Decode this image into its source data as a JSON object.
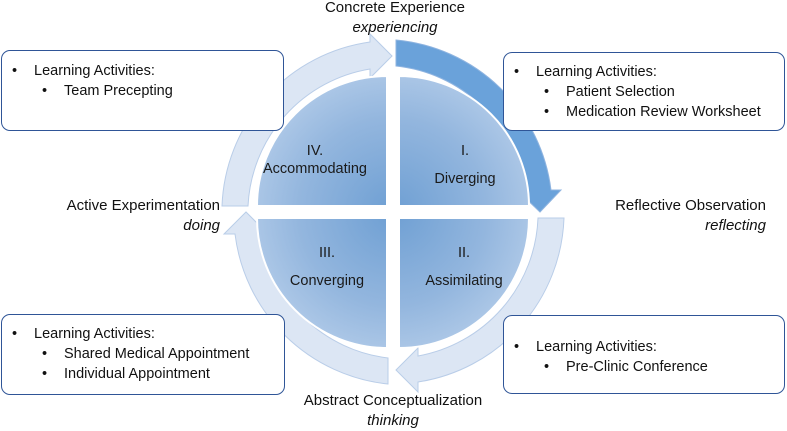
{
  "stages": {
    "top": {
      "name": "Concrete Experience",
      "verb": "experiencing"
    },
    "right": {
      "name": "Reflective Observation",
      "verb": "reflecting"
    },
    "bottom": {
      "name": "Abstract Conceptualization",
      "verb": "thinking"
    },
    "left": {
      "name": "Active Experimentation",
      "verb": "doing"
    }
  },
  "quadrants": {
    "iv": {
      "numeral": "IV.",
      "name": "Accommodating"
    },
    "i": {
      "numeral": "I.",
      "name": "Diverging"
    },
    "iii": {
      "numeral": "III.",
      "name": "Converging"
    },
    "ii": {
      "numeral": "II.",
      "name": "Assimilating"
    }
  },
  "boxes": {
    "top_left": {
      "heading": "Learning Activities:",
      "items": [
        "Team Precepting"
      ]
    },
    "top_right": {
      "heading": "Learning Activities:",
      "items": [
        "Patient Selection",
        "Medication Review Worksheet"
      ]
    },
    "bottom_left": {
      "heading": "Learning Activities:",
      "items": [
        "Shared Medical Appointment",
        "Individual Appointment"
      ]
    },
    "bottom_right": {
      "heading": "Learning Activities:",
      "items": [
        "Pre-Clinic Conference"
      ]
    }
  },
  "colors": {
    "quadrant_fill": "#a9c5e5",
    "quadrant_highlight": "#5b9bd5",
    "arrow_fill": "#dce6f4",
    "box_border": "#2f5597"
  }
}
